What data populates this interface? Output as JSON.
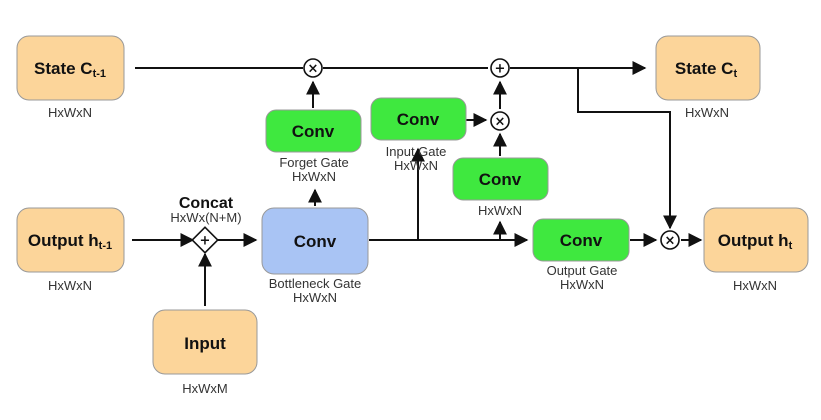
{
  "colors": {
    "state_box": "#FCD59A",
    "conv_green": "#3FE83F",
    "conv_blue": "#A9C4F4",
    "box_stroke": "#999999"
  },
  "nodes": {
    "state_prev": {
      "label": "State C",
      "sub": "t-1",
      "dim": "HxWxN"
    },
    "output_prev": {
      "label": "Output h",
      "sub": "t-1",
      "dim": "HxWxN"
    },
    "input": {
      "label": "Input",
      "dim": "HxWxM"
    },
    "concat": {
      "title": "Concat",
      "dim": "HxWx(N+M)"
    },
    "bottleneck_conv": {
      "label": "Conv",
      "caption": "Bottleneck Gate",
      "dim": "HxWxN"
    },
    "forget_conv": {
      "label": "Conv",
      "caption": "Forget Gate",
      "dim": "HxWxN"
    },
    "input_gate_conv": {
      "label": "Conv",
      "caption": "Input Gate",
      "dim": "HxWxN"
    },
    "candidate_conv": {
      "label": "Conv",
      "dim": "HxWxN"
    },
    "output_gate_conv": {
      "label": "Conv",
      "caption": "Output Gate",
      "dim": "HxWxN"
    },
    "state_next": {
      "label": "State C",
      "sub": "t",
      "dim": "HxWxN"
    },
    "output_next": {
      "label": "Output h",
      "sub": "t",
      "dim": "HxWxN"
    }
  },
  "ops": {
    "multiply_symbol": "×",
    "add_symbol": "+"
  }
}
